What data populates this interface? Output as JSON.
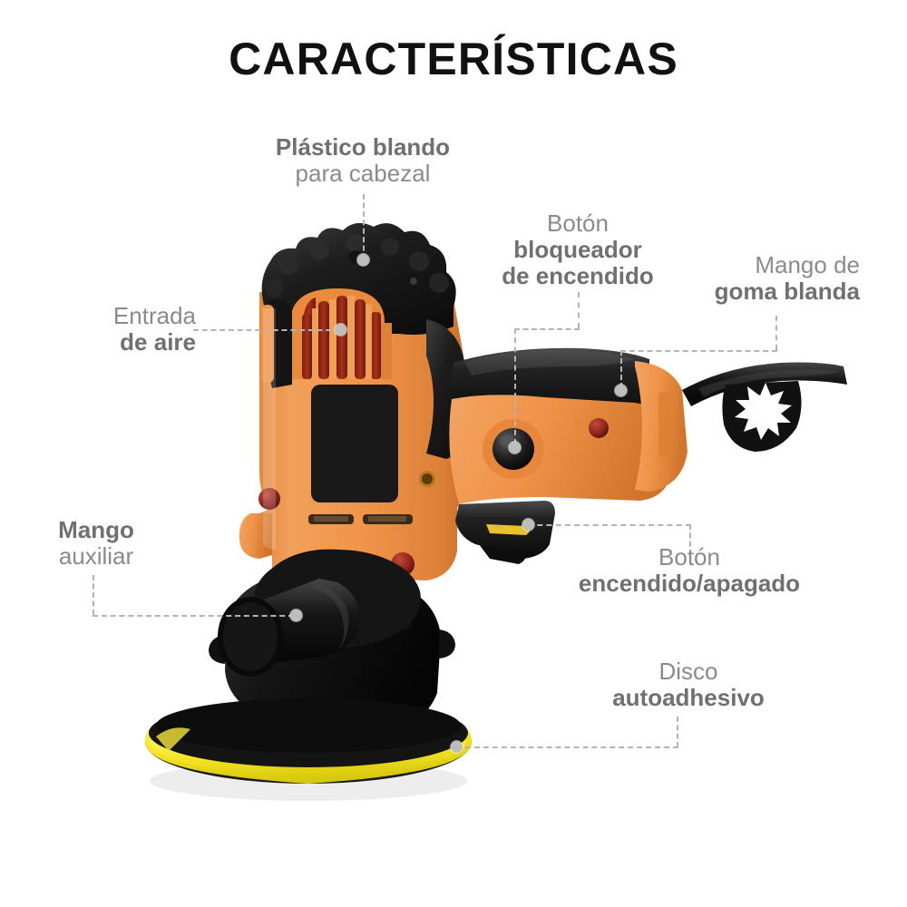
{
  "page": {
    "title": "CARACTERÍSTICAS",
    "background_color": "#ffffff",
    "title_color": "#111111",
    "label_color": "#7b7b7b",
    "connector_color": "#b4b4b4"
  },
  "product": {
    "name": "drywall-sander-polisher",
    "colors": {
      "body_orange": "#ef9348",
      "body_orange_dark": "#d87a32",
      "black": "#1b1b1b",
      "black_soft": "#2b2b2b",
      "grille_red": "#9e2b16",
      "disc_yellow": "#f2e422",
      "screw_red": "#8e241c"
    }
  },
  "callouts": [
    {
      "id": "plastico-blando",
      "lines": [
        {
          "text": "Plástico blando",
          "weight": "strong"
        },
        {
          "text": "para cabezal",
          "weight": "light"
        }
      ],
      "align": "center",
      "connector": "vertical-down-to-head-top"
    },
    {
      "id": "boton-bloqueador",
      "lines": [
        {
          "text": "Botón",
          "weight": "light"
        },
        {
          "text": "bloqueador",
          "weight": "strong"
        },
        {
          "text": "de encendido",
          "weight": "strong"
        }
      ],
      "align": "center",
      "connector": "elbow-down-left-down-to-lock-button"
    },
    {
      "id": "mango-goma-blanda",
      "lines": [
        {
          "text": "Mango de",
          "weight": "light"
        },
        {
          "text": "goma blanda",
          "weight": "strong"
        }
      ],
      "align": "right",
      "connector": "elbow-down-left-down-to-grip"
    },
    {
      "id": "entrada-de-aire",
      "lines": [
        {
          "text": "Entrada",
          "weight": "light"
        },
        {
          "text": "de aire",
          "weight": "strong"
        }
      ],
      "align": "right",
      "connector": "horizontal-right-to-vent-grille"
    },
    {
      "id": "mango-auxiliar",
      "lines": [
        {
          "text": "Mango",
          "weight": "strong"
        },
        {
          "text": "auxiliar",
          "weight": "light"
        }
      ],
      "align": "center",
      "connector": "elbow-down-right-to-dust-port"
    },
    {
      "id": "boton-encendido-apagado",
      "lines": [
        {
          "text": "Botón",
          "weight": "light"
        },
        {
          "text": "encendido/apagado",
          "weight": "strong"
        }
      ],
      "align": "center",
      "connector": "elbow-up-left-to-trigger"
    },
    {
      "id": "disco-autoadhesivo",
      "lines": [
        {
          "text": "Disco",
          "weight": "light"
        },
        {
          "text": "autoadhesivo",
          "weight": "strong"
        }
      ],
      "align": "center",
      "connector": "elbow-up-left-to-sanding-pad"
    }
  ]
}
